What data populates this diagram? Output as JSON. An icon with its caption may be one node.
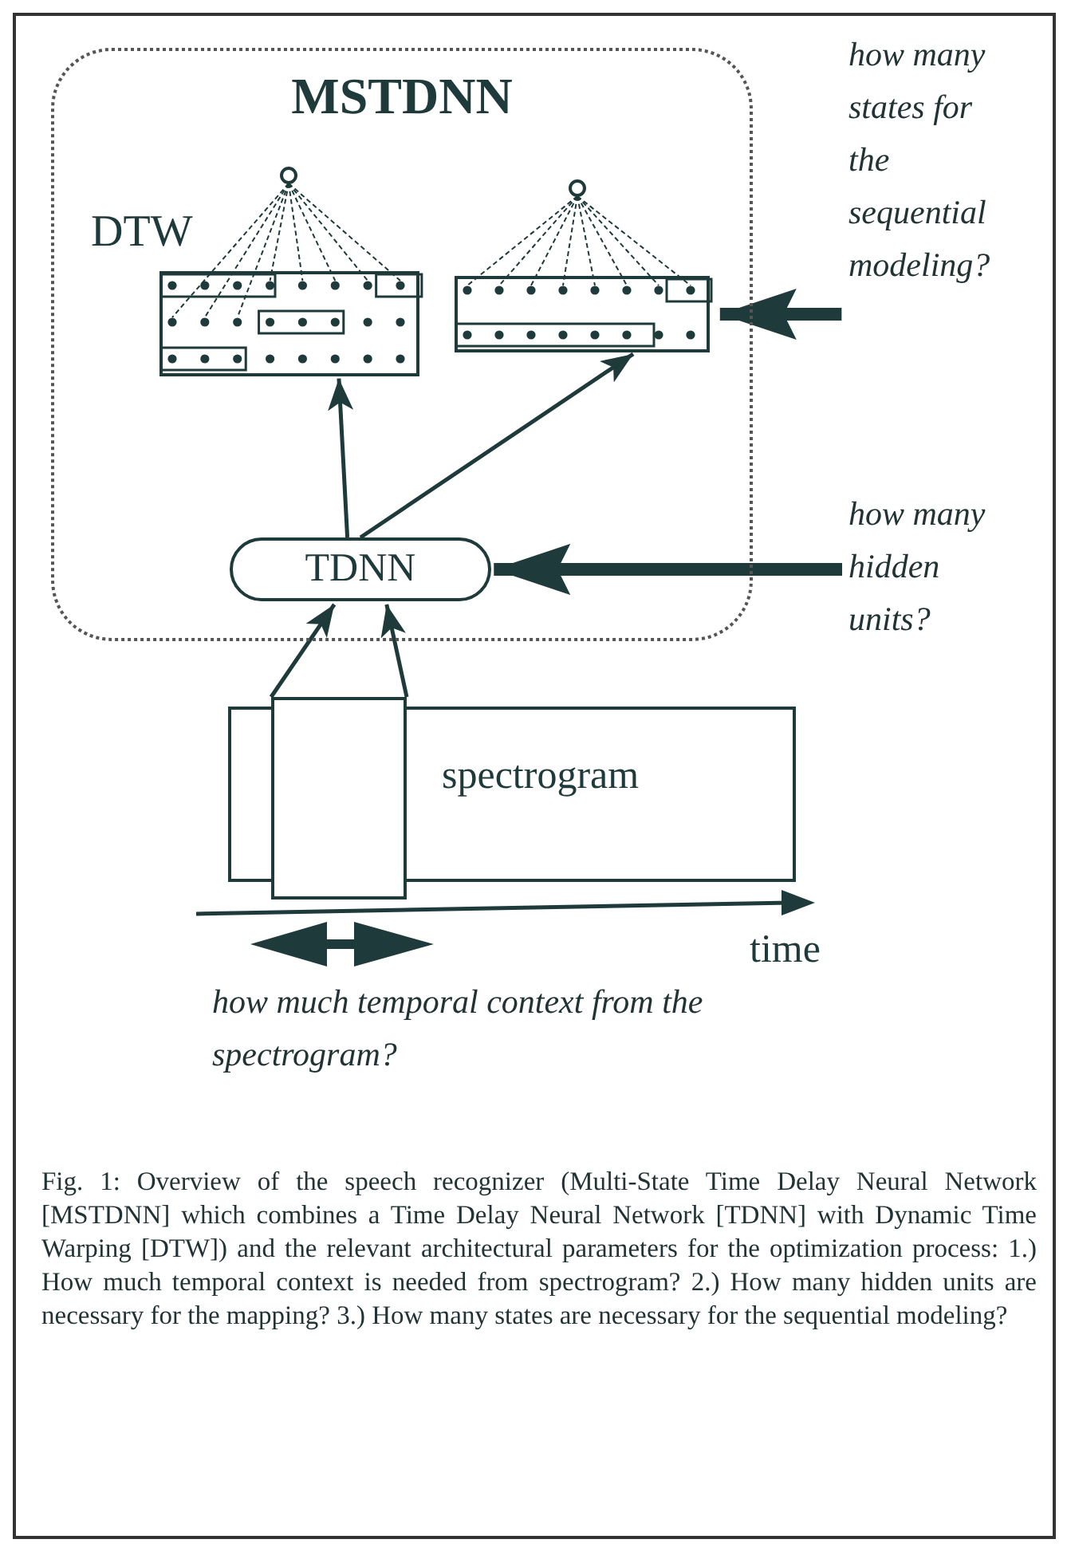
{
  "diagram": {
    "caption": "Fig. 1: Overview of the speech recognizer (Multi-State Time Delay Neural Network [MSTDNN] which combines a Time Delay Neural Network [TDNN] with Dynamic Time Warping [DTW]) and the relevant architectural parameters for the optimization process: 1.) How much temporal context is needed from spectrogram? 2.) How many hidden units are necessary for the mapping? 3.) How many states are necessary for the sequential modeling?",
    "nodes": [
      {
        "text": [
          "MSTDNN"
        ]
      },
      {
        "text": [],
        "shape": "box",
        "in": 0,
        "beside": [
          "DTW"
        ]
      },
      {
        "text": [],
        "shape": "box",
        "in": 0
      },
      {
        "text": [
          "TDNN"
        ],
        "in": 0
      },
      {
        "text": [
          "spectrogram"
        ]
      },
      {
        "text": [],
        "shape": "box"
      },
      {
        "text": [
          "how many states for the sequential modeling?"
        ]
      },
      {
        "text": [
          "how many hidden units?"
        ]
      }
    ],
    "edges": [
      {
        "from": 3,
        "to": 1,
        "arrow": "to"
      },
      {
        "from": 3,
        "to": 2,
        "arrow": "to"
      },
      {
        "from": 5,
        "to": 3,
        "arrow": "to"
      },
      {
        "from": 5,
        "to": 3,
        "arrow": "to"
      },
      {
        "from": 6,
        "to": 2,
        "arrow": "to",
        "style": "thick"
      },
      {
        "from": 7,
        "to": 3,
        "arrow": "to",
        "style": "thick"
      }
    ],
    "labels": [
      "time",
      "how much temporal context from the spectrogram?"
    ]
  }
}
